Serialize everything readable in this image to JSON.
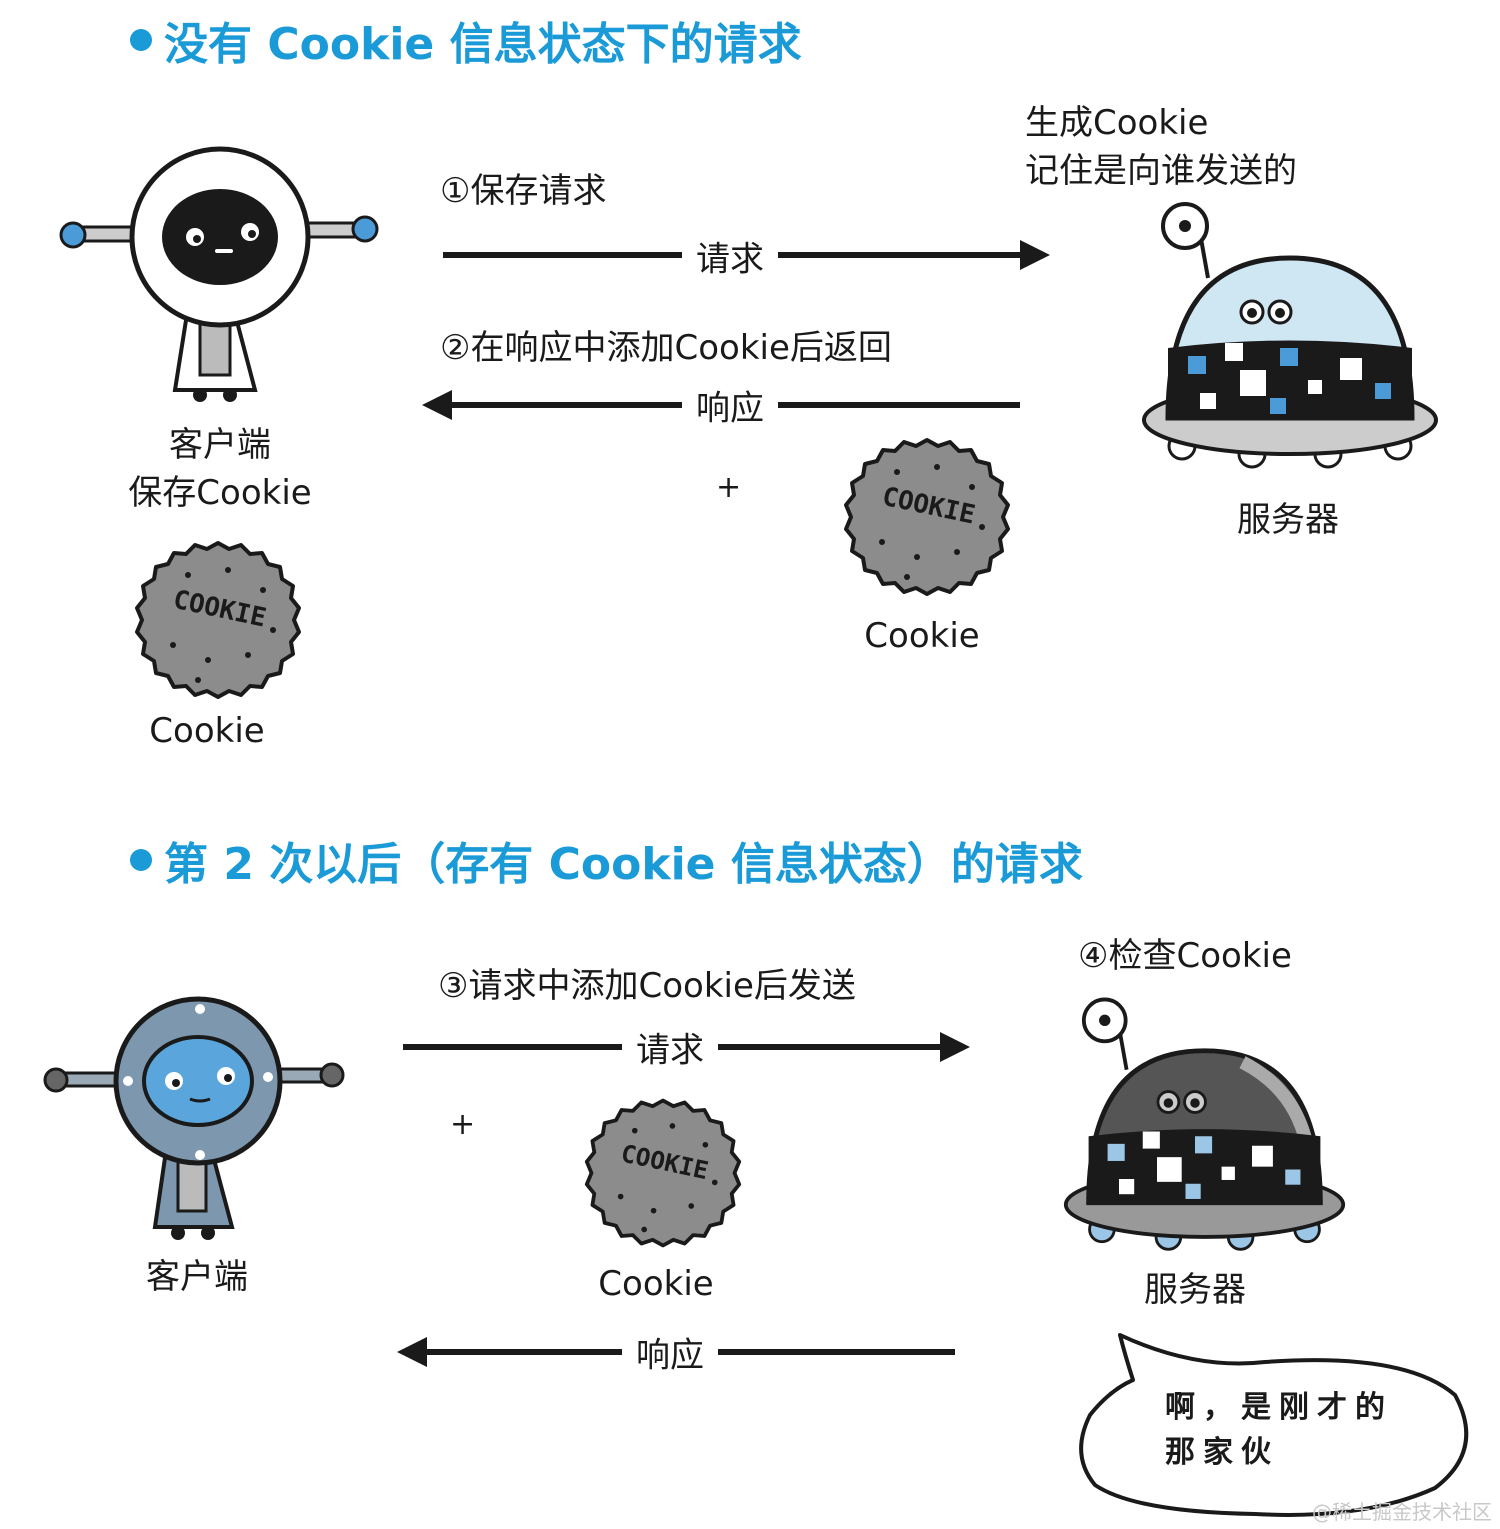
{
  "section1": {
    "title": "没有 Cookie 信息状态下的请求",
    "step1": "①保存请求",
    "request_label": "请求",
    "step2": "②在响应中添加Cookie后返回",
    "response_label": "响应",
    "plus": "+",
    "server_note_line1": "生成Cookie",
    "server_note_line2": "记住是向谁发送的",
    "server_label": "服务器",
    "client_label_line1": "客户端",
    "client_label_line2": "保存Cookie",
    "client_cookie_label": "Cookie",
    "response_cookie_label": "Cookie"
  },
  "section2": {
    "title": "第 2 次以后（存有 Cookie 信息状态）的请求",
    "step3": "③请求中添加Cookie后发送",
    "request_label": "请求",
    "plus": "+",
    "cookie_label": "Cookie",
    "step4": "④检查Cookie",
    "client_label": "客户端",
    "server_label": "服务器",
    "response_label": "响应",
    "bubble_line1": "啊，是刚才的",
    "bubble_line2": "那家伙"
  },
  "cookie_stamp": "COOKIE",
  "watermark": "@稀土掘金技术社区",
  "colors": {
    "accent": "#1a9ad6",
    "cookie_gray": "#8c8c8c",
    "robot_blue": "#5aa6dc",
    "robot_steel": "#7d98ae",
    "dome_light": "#cfe6f3",
    "dome_dark": "#555555"
  }
}
